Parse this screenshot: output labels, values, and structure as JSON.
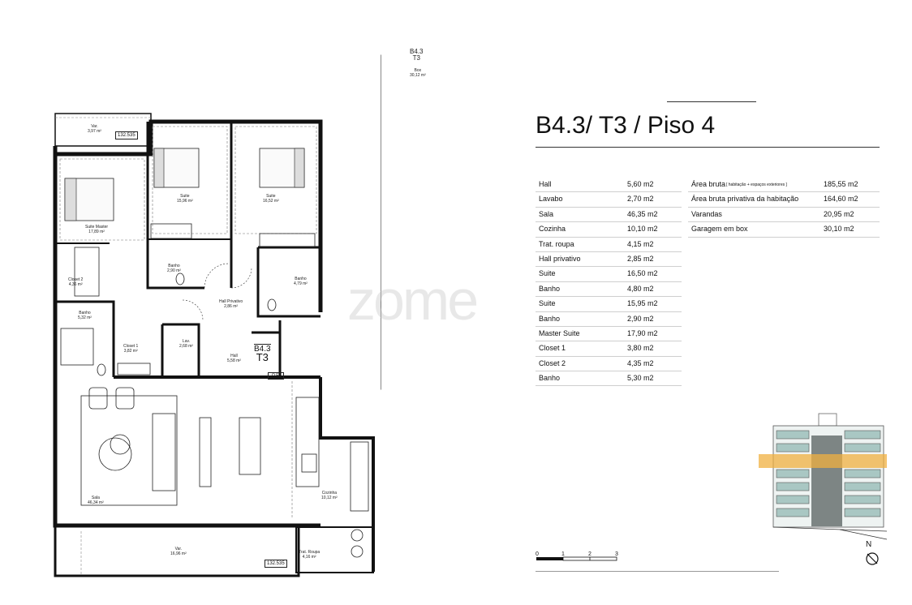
{
  "title": "B4.3/ T3 / Piso 4",
  "watermark": "zome",
  "plan_code": "B4.3",
  "plan_type": "T3",
  "level_tags": [
    "132.535",
    "132.535"
  ],
  "garage": {
    "code": "B4.3",
    "type": "T3",
    "room": "Box",
    "area": "30,12 m²"
  },
  "rooms": [
    {
      "name": "Var.",
      "area": "3,97 m²"
    },
    {
      "name": "Suite Master",
      "area": "17,89 m²"
    },
    {
      "name": "Suite",
      "area": "15,96 m²"
    },
    {
      "name": "Suite",
      "area": "16,52 m²"
    },
    {
      "name": "Closet 2",
      "area": "4,36 m²"
    },
    {
      "name": "Banho",
      "area": "2,90 m²"
    },
    {
      "name": "Banho",
      "area": "4,79 m²"
    },
    {
      "name": "Banho",
      "area": "5,32 m²"
    },
    {
      "name": "Hall Privativo",
      "area": "2,86 m²"
    },
    {
      "name": "Closet 1",
      "area": "3,82 m²"
    },
    {
      "name": "Lav.",
      "area": "2,68 m²"
    },
    {
      "name": "Hall",
      "area": "5,58 m²"
    },
    {
      "name": "Sala",
      "area": "46,34 m²"
    },
    {
      "name": "Cozinha",
      "area": "10,12 m²"
    },
    {
      "name": "Var.",
      "area": "16,96 m²"
    },
    {
      "name": "Trat. Roupa",
      "area": "4,16 m²"
    }
  ],
  "qe_label": "Q.E.",
  "areas_table": [
    {
      "name": "Hall",
      "value": "5,60 m2"
    },
    {
      "name": "Lavabo",
      "value": "2,70 m2"
    },
    {
      "name": "Sala",
      "value": "46,35 m2"
    },
    {
      "name": "Cozinha",
      "value": "10,10 m2"
    },
    {
      "name": "Trat. roupa",
      "value": "4,15 m2"
    },
    {
      "name": "Hall privativo",
      "value": "2,85 m2"
    },
    {
      "name": "Suite",
      "value": "16,50 m2"
    },
    {
      "name": "Banho",
      "value": "4,80 m2"
    },
    {
      "name": "Suite",
      "value": "15,95 m2"
    },
    {
      "name": "Banho",
      "value": "2,90 m2"
    },
    {
      "name": "Master Suite",
      "value": "17,90 m2"
    },
    {
      "name": "Closet 1",
      "value": "3,80 m2"
    },
    {
      "name": "Closet 2",
      "value": "4,35 m2"
    },
    {
      "name": "Banho",
      "value": "5,30 m2"
    }
  ],
  "summary_table": [
    {
      "name": "Área bruta",
      "note": "[ habitação + espaços exteriores ]",
      "value": "185,55 m2"
    },
    {
      "name": "Área bruta privativa da habitação",
      "note": "",
      "value": "164,60 m2"
    },
    {
      "name": "Varandas",
      "note": "",
      "value": "20,95 m2"
    },
    {
      "name": "Garagem em box",
      "note": "",
      "value": "30,10 m2"
    }
  ],
  "scale_labels": [
    "0",
    "1",
    "2",
    "3"
  ],
  "north_label": "N",
  "colors": {
    "highlight": "#f0b040",
    "wall": "#111111",
    "building_glass": "#8fb3b0"
  }
}
